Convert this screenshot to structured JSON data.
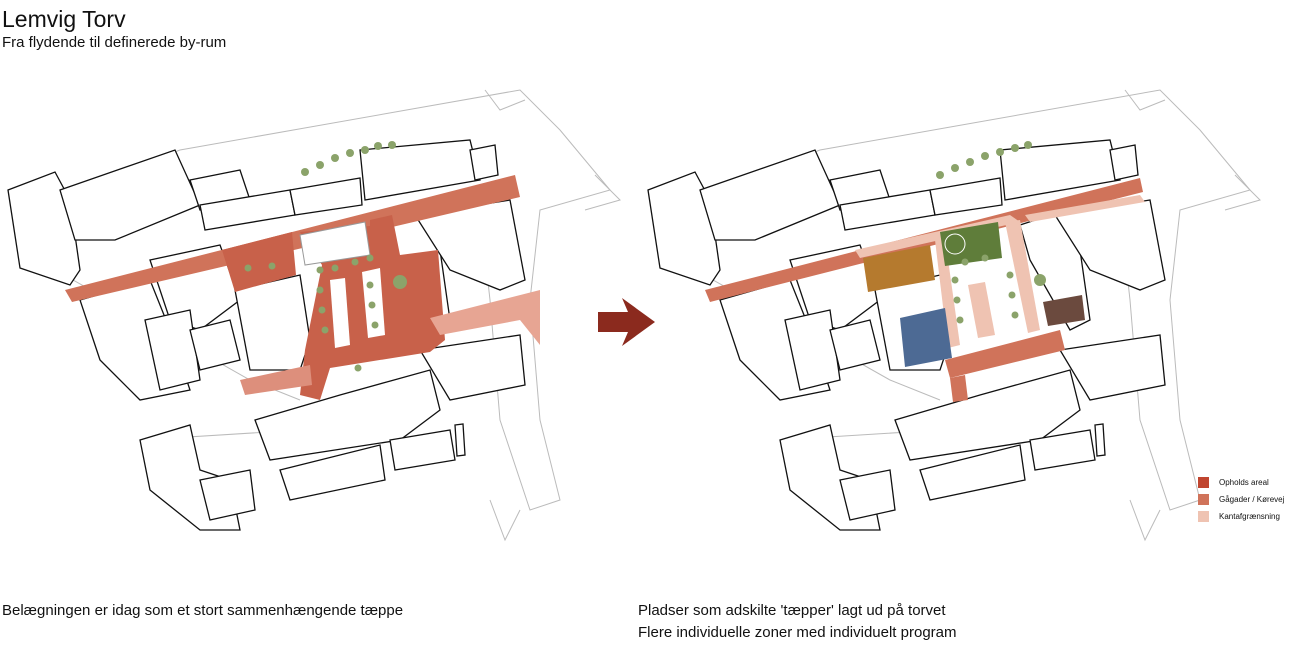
{
  "header": {
    "title": "Lemvig Torv",
    "subtitle": "Fra flydende til definerede by-rum"
  },
  "captions": {
    "left": "Belægningen er idag som et stort sammenhængende tæppe",
    "right_line1": "Pladser som adskilte 'tæpper' lagt ud på torvet",
    "right_line2": "Flere individuelle zoner med individuelt program"
  },
  "legend": [
    {
      "label": "Opholds areal",
      "color": "#c0452f"
    },
    {
      "label": "Gågader / Kørevej",
      "color": "#d0735a"
    },
    {
      "label": "Kantafgrænsning",
      "color": "#efc3b2"
    }
  ],
  "colors": {
    "arrow": "#8b2a1e",
    "plaza": "#c8614a",
    "street": "#d0735a",
    "edge": "#efc3b2",
    "green": "#5f7d3a",
    "ochre": "#b57a2e",
    "blue": "#4d6a94",
    "darkbrown": "#6b4a3e"
  }
}
